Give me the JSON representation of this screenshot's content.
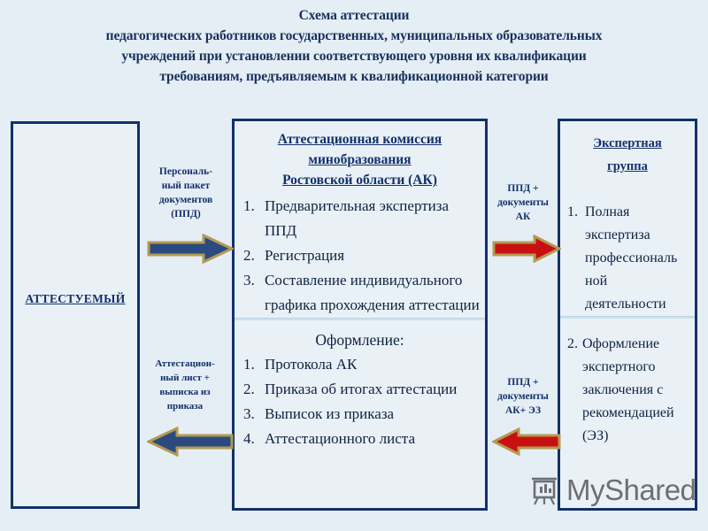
{
  "title": {
    "lines": [
      "Схема аттестации",
      "педагогических работников государственных, муниципальных образовательных",
      "учреждений при установлении соответствующего уровня их квалификации",
      "требованиям, предъявляемым к квалификационной категории"
    ]
  },
  "colors": {
    "background": "#e5eef5",
    "box_border": "#13306b",
    "box_fill": "#e9f1f7",
    "heading_text": "#13306b",
    "body_text": "#0f2240",
    "arrow_blue_fill": "#2b4a80",
    "arrow_red_fill": "#c81010",
    "arrow_outline": "#b39a52",
    "watermark_text": "#6d6f73"
  },
  "left_box": {
    "label": "АТТЕСТУЕМЫЙ"
  },
  "middle_box": {
    "heading_lines": [
      "Аттестационная комиссия",
      "минобразования",
      "Ростовской области (АК)"
    ],
    "top_items": [
      {
        "num": "1.",
        "text": "Предварительная экспертиза ППД"
      },
      {
        "num": "2.",
        "text": "Регистрация"
      },
      {
        "num": "3.",
        "text": "Составление индивидуального графика прохождения аттестации"
      }
    ],
    "bottom_title": "Оформление:",
    "bottom_items": [
      {
        "num": "1.",
        "text": "Протокола АК"
      },
      {
        "num": "2.",
        "text": "Приказа об итогах аттестации"
      },
      {
        "num": "3.",
        "text": "Выписок из приказа"
      },
      {
        "num": "4.",
        "text": "Аттестационного листа"
      }
    ]
  },
  "right_box": {
    "heading_lines": [
      "Экспертная",
      "группа"
    ],
    "top_items": [
      {
        "num": "1.",
        "text": "Полная экспертиза профессиональ ной деятельности"
      }
    ],
    "bottom_items": [
      {
        "num": "2.",
        "text": "Оформление экспертного заключения с рекомендацией (ЭЗ)"
      }
    ]
  },
  "arrows": {
    "to_commission": {
      "label_lines": [
        "Персональ-",
        "ный пакет",
        "документов",
        "(ППД)"
      ],
      "direction": "right",
      "color": "#2b4a80"
    },
    "to_candidate": {
      "label_lines": [
        "Аттестацион-",
        "ный лист +",
        "выписка из",
        "приказа"
      ],
      "direction": "left",
      "color": "#2b4a80"
    },
    "to_expert_group": {
      "label_lines": [
        "ППД +",
        "документы",
        "АК"
      ],
      "direction": "right",
      "color": "#c81010"
    },
    "from_expert_group": {
      "label_lines": [
        "ППД +",
        "документы",
        "АК+ ЭЗ"
      ],
      "direction": "left",
      "color": "#c81010"
    }
  },
  "watermark": {
    "text": "MyShared",
    "icon": "projector-screen-icon"
  }
}
